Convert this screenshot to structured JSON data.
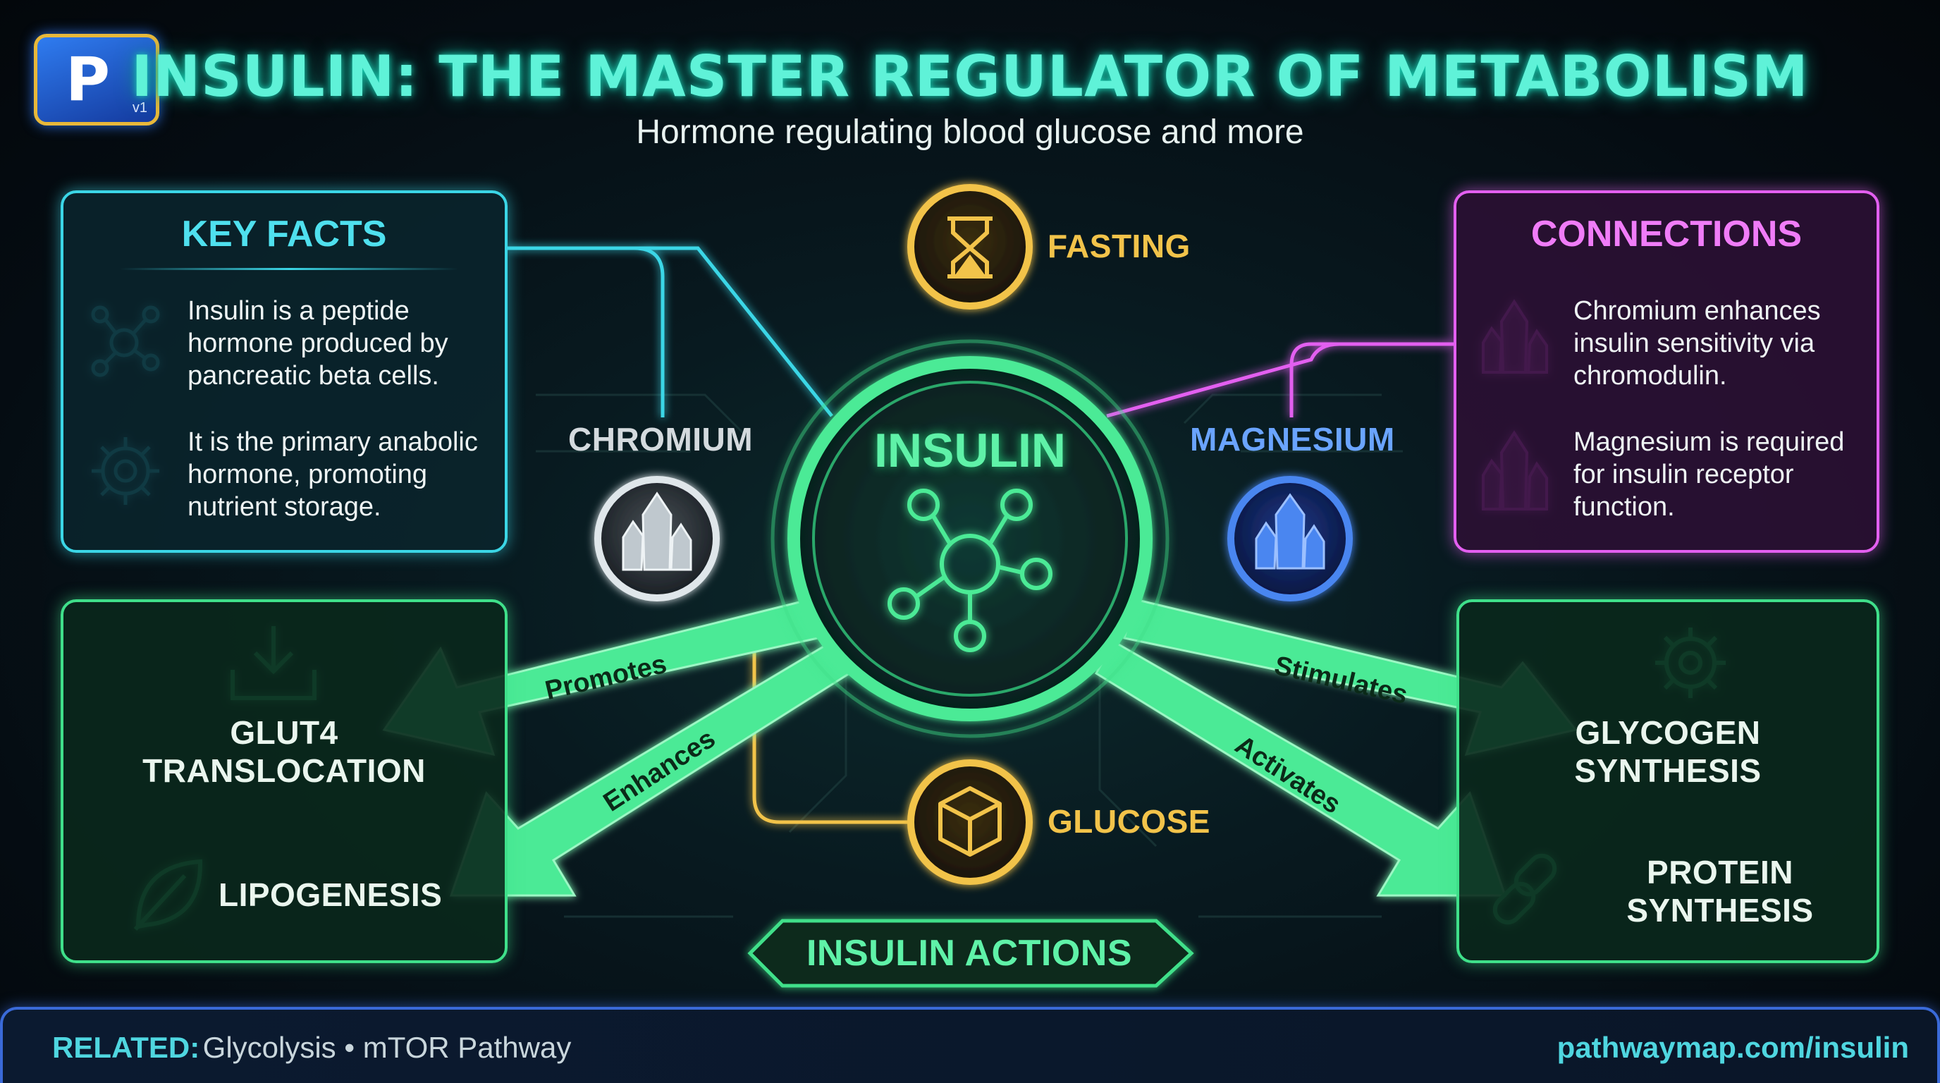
{
  "header": {
    "logo_letter": "P",
    "logo_version": "v1",
    "title": "INSULIN: THE MASTER REGULATOR OF METABOLISM",
    "subtitle": "Hormone regulating blood glucose and more"
  },
  "key_facts": {
    "heading": "KEY FACTS",
    "items": [
      {
        "icon": "molecule-icon",
        "lines": [
          "Insulin is a peptide",
          "hormone produced by",
          "pancreatic beta cells."
        ]
      },
      {
        "icon": "gear-icon",
        "lines": [
          "It is the primary anabolic",
          "hormone, promoting",
          "nutrient storage."
        ]
      }
    ]
  },
  "connections": {
    "heading": "CONNECTIONS",
    "items": [
      {
        "icon": "crystal-icon",
        "lines": [
          "Chromium enhances",
          "insulin sensitivity via",
          "chromodulin."
        ]
      },
      {
        "icon": "crystal-icon",
        "lines": [
          "Magnesium is required",
          "for insulin receptor",
          "function."
        ]
      }
    ]
  },
  "nodes": {
    "center": "INSULIN",
    "fasting": "FASTING",
    "glucose": "GLUCOSE",
    "chromium": "CHROMIUM",
    "magnesium": "MAGNESIUM"
  },
  "actions": {
    "label": "INSULIN ACTIONS",
    "left": [
      {
        "lines": [
          "GLUT4",
          "TRANSLOCATION"
        ],
        "icon": "download-icon",
        "verb": "Promotes"
      },
      {
        "lines": [
          "LIPOGENESIS"
        ],
        "icon": "leaf-icon",
        "verb": "Enhances"
      }
    ],
    "right": [
      {
        "lines": [
          "GLYCOGEN",
          "SYNTHESIS"
        ],
        "icon": "gear-icon",
        "verb": "Stimulates"
      },
      {
        "lines": [
          "PROTEIN",
          "SYNTHESIS"
        ],
        "icon": "chain-link-icon",
        "verb": "Activates"
      }
    ]
  },
  "footer": {
    "related_label": "RELATED:",
    "related_items": "Glycolysis • mTOR Pathway",
    "url": "pathwaymap.com/insulin"
  },
  "colors": {
    "accent_teal": "#5ff2d8",
    "key_facts": "#3bd6e6",
    "connections": "#e35ff0",
    "actions_green": "#3fe08a",
    "gold": "#f2c34a",
    "magnesium_blue": "#4a86f0"
  }
}
